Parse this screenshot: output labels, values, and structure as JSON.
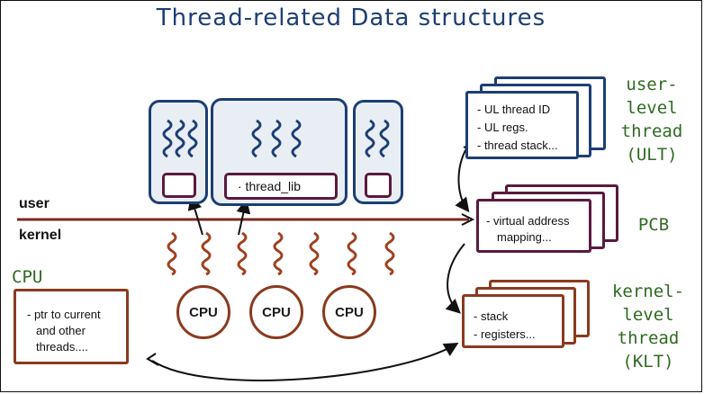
{
  "title": "Thread-related Data structures",
  "levels": {
    "user": "user",
    "kernel": "kernel"
  },
  "ult": {
    "label": [
      "user-level",
      "thread",
      "(ULT)"
    ],
    "items": [
      "- UL thread ID",
      "- UL regs.",
      "- thread stack..."
    ]
  },
  "pcb": {
    "label": "PCB",
    "items": [
      "- virtual address",
      "mapping..."
    ]
  },
  "klt": {
    "label": [
      "kernel-level",
      "thread",
      "(KLT)"
    ],
    "items": [
      "- stack",
      "- registers..."
    ]
  },
  "cpu_panel": {
    "label": "CPU",
    "items": [
      "- ptr to current",
      "and other",
      "threads...."
    ]
  },
  "process": {
    "lib_label": "·  thread_lib"
  },
  "cpus": [
    "CPU",
    "CPU",
    "CPU"
  ],
  "colors": {
    "ult": "#1c3f73",
    "pcb": "#5a1a3e",
    "klt": "#8b3a1f",
    "handwriting": "#2f6b21"
  }
}
